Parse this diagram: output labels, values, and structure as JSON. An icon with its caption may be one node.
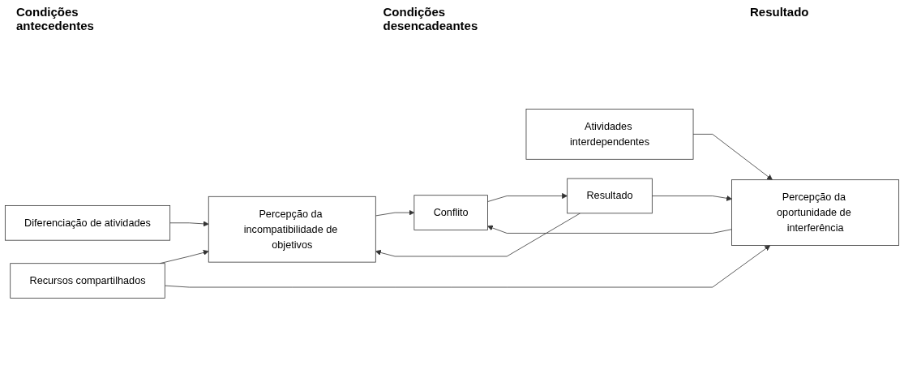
{
  "diagram": {
    "nodes": [
      {
        "text": [
          "Diferenciação de atividades"
        ]
      },
      {
        "text": [
          "Recursos compartilhados"
        ]
      },
      {
        "text": [
          "Atividades interdependentes"
        ]
      },
      {
        "text": [
          "Percepção da incompatibilidade de objetivos"
        ]
      },
      {
        "text": [
          "Percepção da oportunidade de interferência"
        ]
      },
      {
        "text": [
          "Conflito"
        ]
      },
      {
        "text": [
          "Resultado"
        ]
      }
    ],
    "edges": [
      {
        "from": 0,
        "to": 3,
        "arrow": "to"
      },
      {
        "from": 1,
        "to": 3,
        "arrow": "to"
      },
      {
        "from": 1,
        "to": 4,
        "arrow": "to"
      },
      {
        "from": 2,
        "to": 4,
        "arrow": "to"
      },
      {
        "from": 3,
        "to": 5,
        "arrow": "to"
      },
      {
        "from": 4,
        "to": 5,
        "arrow": "to"
      },
      {
        "from": 5,
        "to": 6,
        "arrow": "to"
      },
      {
        "from": 6,
        "to": 3,
        "arrow": "to"
      },
      {
        "from": 6,
        "to": 4,
        "arrow": "to"
      }
    ],
    "labels": [
      "Condições antecedentes",
      "Condições desencadeantes",
      "Resultado"
    ]
  }
}
